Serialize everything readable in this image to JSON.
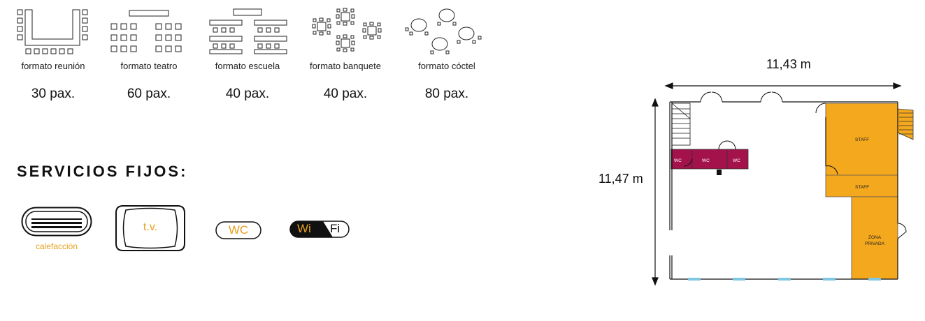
{
  "formats": [
    {
      "id": "reunion",
      "label": "formato reunión",
      "pax": "30 pax.",
      "icon": "u-shape-tables-icon"
    },
    {
      "id": "teatro",
      "label": "formato teatro",
      "pax": "60 pax.",
      "icon": "theater-seating-icon"
    },
    {
      "id": "escuela",
      "label": "formato escuela",
      "pax": "40 pax.",
      "icon": "classroom-seating-icon"
    },
    {
      "id": "banquete",
      "label": "formato banquete",
      "pax": "40 pax.",
      "icon": "banquet-tables-icon"
    },
    {
      "id": "coctel",
      "label": "formato cóctel",
      "pax": "80 pax.",
      "icon": "cocktail-tables-icon"
    }
  ],
  "services": {
    "title": "SERVICIOS FIJOS:",
    "heating_label": "calefacción",
    "tv_label": "t.v.",
    "wc_label": "WC",
    "wifi_left": "Wi",
    "wifi_right": "Fi"
  },
  "floor_plan": {
    "width_label": "11,43 m",
    "height_label": "11,47 m",
    "wc_labels": [
      "WC",
      "WC",
      "WC"
    ],
    "staff_label_1": "STAFF",
    "staff_label_2": "STAFF",
    "private_zone_line1": "ZONA",
    "private_zone_line2": "PRIVADA"
  },
  "colors": {
    "accent_orange": "#f4a81d",
    "service_orange": "#e8a020",
    "wc_magenta": "#a3124a",
    "window_blue": "#7ec8e3"
  }
}
